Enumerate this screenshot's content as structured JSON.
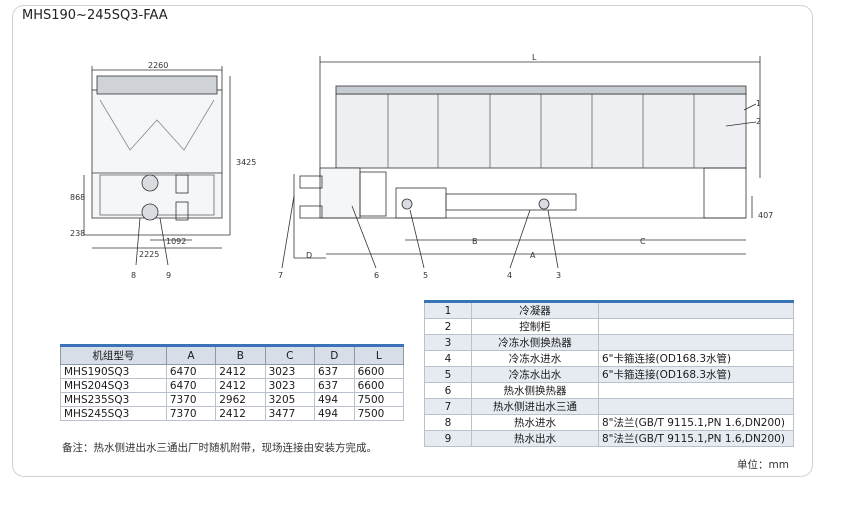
{
  "title": "MHS190~245SQ3-FAA",
  "drawing": {
    "front": {
      "width_label": "2260",
      "height_label": "3425",
      "dim_a": "868",
      "dim_b": "238",
      "dim_c": "1092",
      "dim_d": "2225",
      "callouts": [
        "8",
        "9"
      ]
    },
    "side": {
      "L": "L",
      "A": "A",
      "B": "B",
      "C": "C",
      "D": "D",
      "dim_407": "407",
      "callouts": [
        "1",
        "2",
        "7",
        "6",
        "5",
        "4",
        "3"
      ]
    }
  },
  "models_table": {
    "headers": [
      "机组型号",
      "A",
      "B",
      "C",
      "D",
      "L"
    ],
    "rows": [
      [
        "MHS190SQ3",
        "6470",
        "2412",
        "3023",
        "637",
        "6600"
      ],
      [
        "MHS204SQ3",
        "6470",
        "2412",
        "3023",
        "637",
        "6600"
      ],
      [
        "MHS235SQ3",
        "7370",
        "2962",
        "3205",
        "494",
        "7500"
      ],
      [
        "MHS245SQ3",
        "7370",
        "2412",
        "3477",
        "494",
        "7500"
      ]
    ]
  },
  "note": "备注：热水侧进出水三通出厂时随机附带，现场连接由安装方完成。",
  "parts_table": {
    "rows": [
      [
        "1",
        "冷凝器",
        ""
      ],
      [
        "2",
        "控制柜",
        ""
      ],
      [
        "3",
        "冷冻水侧换热器",
        ""
      ],
      [
        "4",
        "冷冻水进水",
        "6\"卡箍连接(OD168.3水管)"
      ],
      [
        "5",
        "冷冻水出水",
        "6\"卡箍连接(OD168.3水管)"
      ],
      [
        "6",
        "热水侧换热器",
        ""
      ],
      [
        "7",
        "热水侧进出水三通",
        ""
      ],
      [
        "8",
        "热水进水",
        "8\"法兰(GB/T 9115.1,PN 1.6,DN200)"
      ],
      [
        "9",
        "热水出水",
        "8\"法兰(GB/T 9115.1,PN 1.6,DN200)"
      ]
    ]
  },
  "unit_label": "单位：mm",
  "colors": {
    "accent": "#3a73b8",
    "header_bg": "#d7dee8",
    "line": "#333333"
  }
}
